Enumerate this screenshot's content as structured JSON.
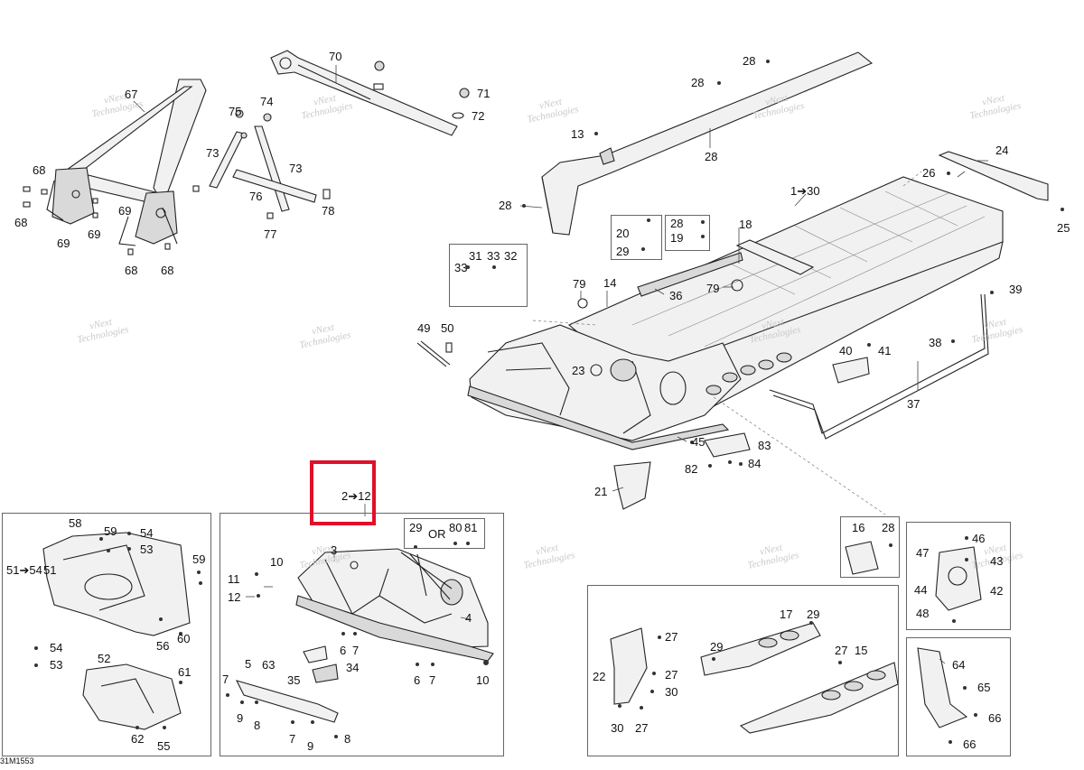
{
  "watermark": {
    "line1": "vNext",
    "line2": "Technologies"
  },
  "figure_code": "31M1553",
  "callouts": {
    "c1_30": "1➔30",
    "c2_12": "2➔12",
    "c51_54": "51➔54",
    "or": "OR"
  },
  "labels": [
    "67",
    "68",
    "68",
    "69",
    "69",
    "69",
    "68",
    "68",
    "70",
    "71",
    "72",
    "73",
    "73",
    "74",
    "75",
    "76",
    "77",
    "78",
    "28",
    "28",
    "28",
    "13",
    "28",
    "24",
    "26",
    "25",
    "18",
    "20",
    "29",
    "28",
    "19",
    "31",
    "33",
    "32",
    "33",
    "14",
    "36",
    "79",
    "79",
    "39",
    "49",
    "50",
    "23",
    "38",
    "40",
    "41",
    "37",
    "45",
    "83",
    "82",
    "84",
    "21",
    "58",
    "59",
    "54",
    "53",
    "51",
    "59",
    "56",
    "60",
    "54",
    "53",
    "52",
    "61",
    "62",
    "55",
    "29",
    "80",
    "81",
    "3",
    "10",
    "11",
    "12",
    "4",
    "6",
    "7",
    "6",
    "7",
    "10",
    "5",
    "63",
    "34",
    "35",
    "7",
    "9",
    "8",
    "7",
    "9",
    "8",
    "16",
    "28",
    "47",
    "46",
    "43",
    "44",
    "42",
    "48",
    "17",
    "29",
    "27",
    "22",
    "29",
    "27",
    "15",
    "27",
    "30",
    "30",
    "27",
    "64",
    "65",
    "66",
    "66"
  ]
}
